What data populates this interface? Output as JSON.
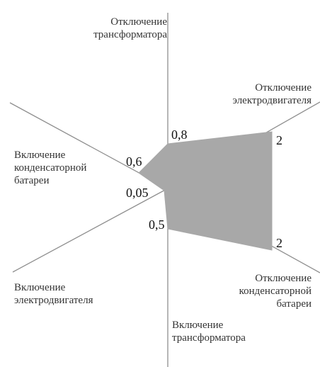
{
  "chart_data": {
    "type": "radar",
    "axes": [
      {
        "id": "tr_off",
        "label_lines": [
          "Отключение",
          "трансформатора"
        ],
        "value": 0.8,
        "value_label": "0,8"
      },
      {
        "id": "motor_off",
        "label_lines": [
          "Отключение",
          "электродвигателя"
        ],
        "value": 2,
        "value_label": "2"
      },
      {
        "id": "cap_off",
        "label_lines": [
          "Отключение",
          "конденсаторной",
          "батареи"
        ],
        "value": 2,
        "value_label": "2"
      },
      {
        "id": "tr_on",
        "label_lines": [
          "Включение",
          "трансформатора"
        ],
        "value": 0.5,
        "value_label": "0,5"
      },
      {
        "id": "motor_on",
        "label_lines": [
          "Включение",
          "электродвигателя"
        ],
        "value": 0.05,
        "value_label": "0,05"
      },
      {
        "id": "cap_on",
        "label_lines": [
          "Включение",
          "конденсаторной",
          "батареи"
        ],
        "value": 0.6,
        "value_label": "0,6"
      }
    ],
    "fill_color": "#a8a8a8",
    "axis_color": "#8f8f8f"
  }
}
